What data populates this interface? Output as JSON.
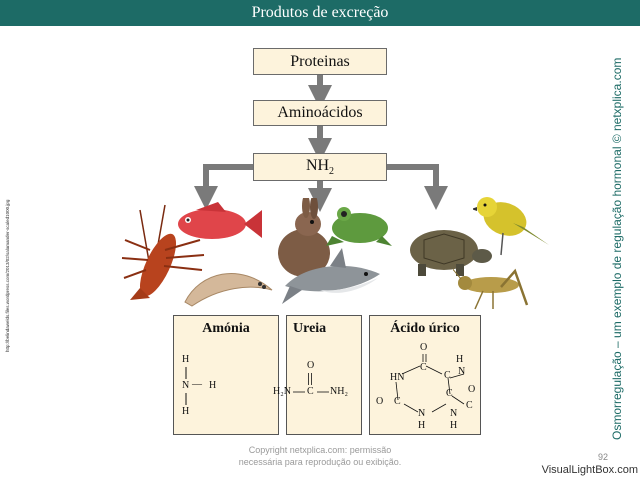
{
  "header": {
    "title": "Produtos de excreção"
  },
  "flow": {
    "proteinas": "Proteinas",
    "aminoacidos": "Aminoácidos",
    "nh2_base": "NH",
    "nh2_sub": "2"
  },
  "panels": {
    "amonia": {
      "title": "Amónia",
      "H_top": "H",
      "N": "N",
      "H_right": "H",
      "H_bottom": "H",
      "dash": "—"
    },
    "ureia": {
      "title": "Ureia",
      "O": "O",
      "H2N": "H₂N",
      "C": "C",
      "NH2": "NH₂"
    },
    "acido_urico": {
      "title": "Ácido úrico",
      "O_top": "O",
      "O_left": "O",
      "O_right": "O",
      "H_top": "H",
      "HN": "HN",
      "N_a": "N",
      "N_b": "N",
      "N_c": "N",
      "N_d": "N",
      "H_b1": "H",
      "H_b2": "H",
      "C1": "C",
      "C2": "C",
      "C3": "C",
      "C4": "C",
      "C5": "C"
    }
  },
  "footer": {
    "copyright_line1": "Copyright netxplica.com: permissão",
    "copyright_line2": "necessária para reprodução ou exibição.",
    "page_number": "92",
    "watermark": "VisualLightBox.com",
    "source_url": "http://belindawelds.files.wordpress.com/2013/02/salamander-scaled1000.jpg"
  },
  "side_caption": "Osmorregulação – um exemplo de regulação hormonal © netxplica.com",
  "colors": {
    "title_bar": "#1d6b66",
    "box_fill": "#fdf3dc",
    "arrow": "#7a7a7a",
    "caption": "#1d6b66"
  },
  "icons": [
    "lobster-icon",
    "red-fish-icon",
    "flatworm-icon",
    "rabbit-icon",
    "shark-icon",
    "frog-icon",
    "turtle-icon",
    "yellow-bird-icon",
    "grasshopper-icon"
  ]
}
